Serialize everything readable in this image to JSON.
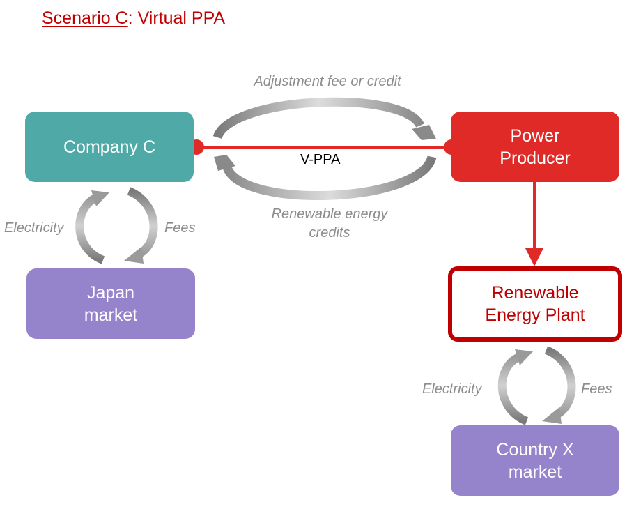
{
  "title": {
    "prefix": "Scenario C",
    "suffix": ": Virtual PPA"
  },
  "nodes": {
    "company": "Company C",
    "producer": "Power\nProducer",
    "plant": "Renewable\nEnergy Plant",
    "japan_market": "Japan\nmarket",
    "country_market": "Country X\nmarket"
  },
  "edges": {
    "adjustment": "Adjustment fee or credit",
    "contract": "V-PPA",
    "rec": "Renewable energy\ncredits",
    "japan_electricity": "Electricity",
    "japan_fees": "Fees",
    "country_electricity": "Electricity",
    "country_fees": "Fees"
  },
  "colors": {
    "teal": "#4fa9a6",
    "red": "#e02a27",
    "dark_red": "#c00000",
    "purple": "#9584cb",
    "grey_arrow": "#8c8c8c"
  }
}
